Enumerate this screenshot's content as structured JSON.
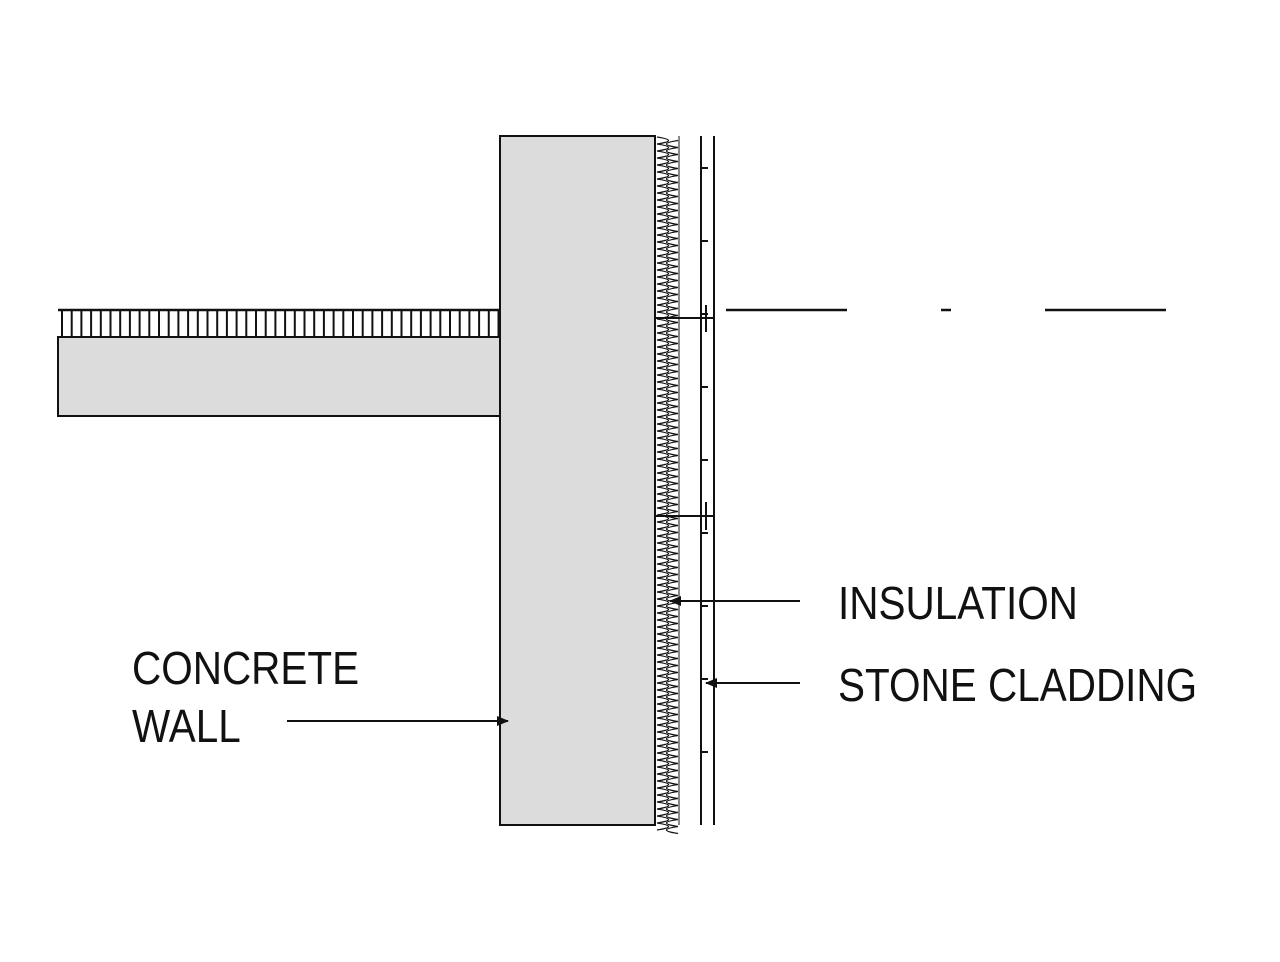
{
  "diagram": {
    "labels": {
      "concrete_wall_line1": "CONCRETE",
      "concrete_wall_line2": "WALL",
      "insulation": "INSULATION",
      "stone_cladding": "STONE CLADDING"
    },
    "colors": {
      "line": "#111111",
      "concrete_fill": "#dcdcdd",
      "background": "#ffffff"
    }
  }
}
